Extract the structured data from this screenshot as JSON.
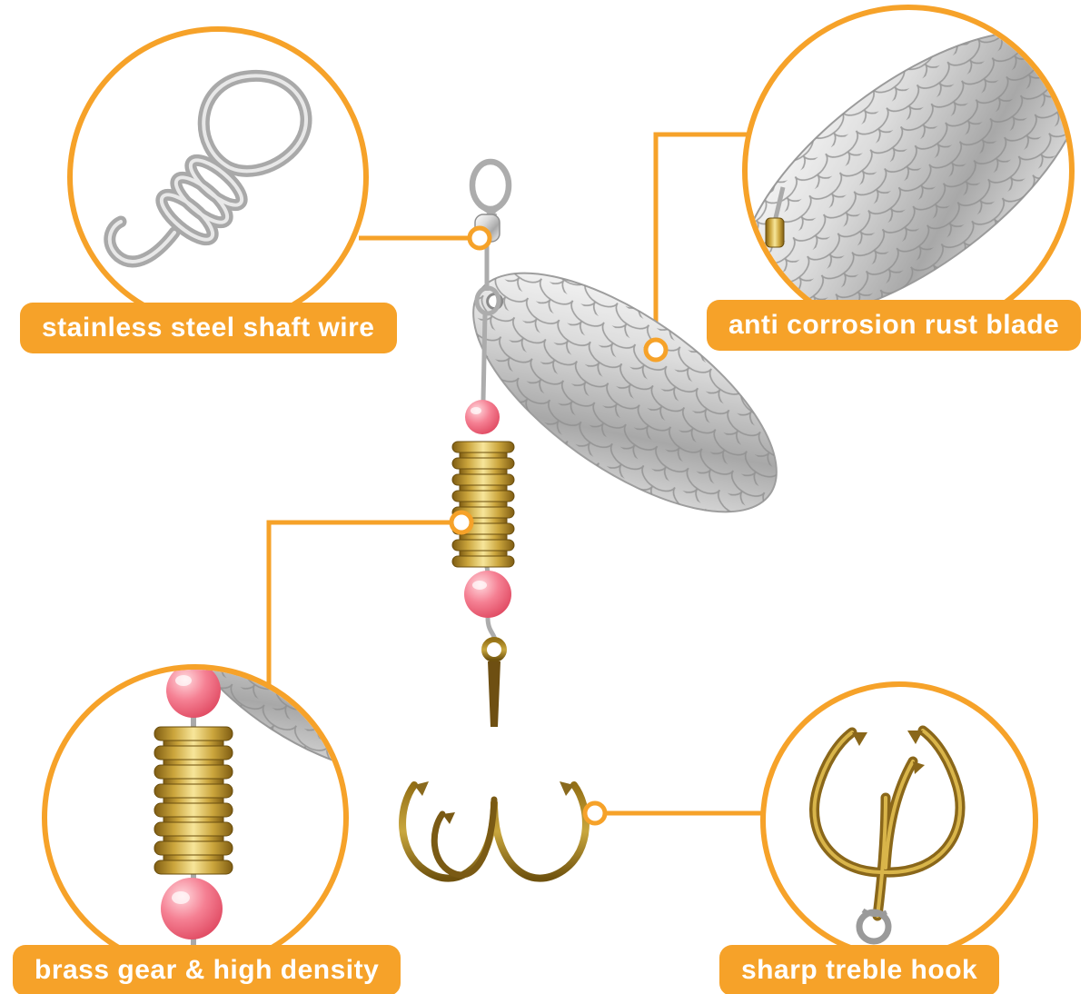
{
  "colors": {
    "accent": "#F6A229",
    "label_text": "#FFFFFF",
    "background": "#FFFFFF",
    "silver": "#C9C9C9",
    "brass": "#CBA53C",
    "bead_pink": "#E04A62",
    "hook_gold": "#8A671A"
  },
  "callouts": [
    {
      "id": "shaft-wire",
      "label": "stainless steel shaft wire"
    },
    {
      "id": "blade",
      "label": "anti corrosion rust blade"
    },
    {
      "id": "brass-gear",
      "label": "brass gear & high density"
    },
    {
      "id": "treble-hook",
      "label": "sharp treble hook"
    }
  ]
}
